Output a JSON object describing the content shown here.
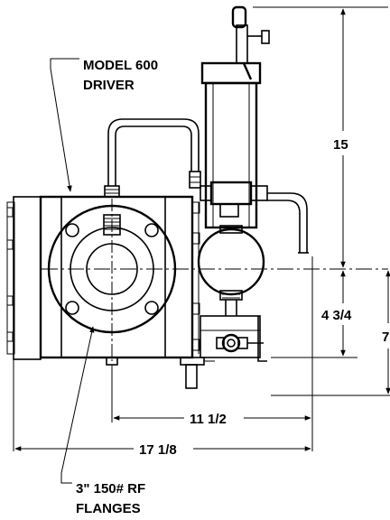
{
  "callouts": {
    "driver_line1": "MODEL 600",
    "driver_line2": "DRIVER",
    "flange_line1": "3\" 150# RF",
    "flange_line2": "FLANGES"
  },
  "dimensions": {
    "height_top": "15",
    "height_mid": "4 3/4",
    "height_right": "7",
    "width_inner": "11 1/2",
    "width_overall": "17 1/8"
  }
}
